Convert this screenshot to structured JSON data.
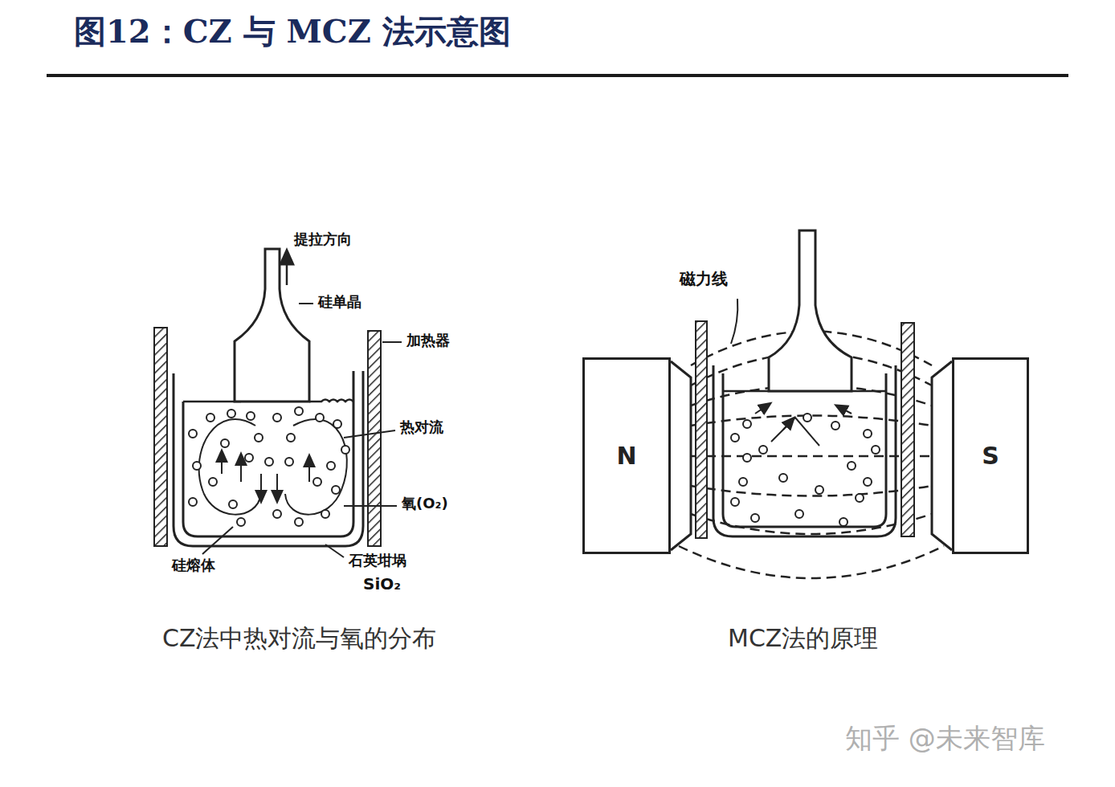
{
  "diagram": {
    "title": "图12：CZ 与 MCZ 法示意图",
    "nodes": [
      {
        "text": [
          "N"
        ]
      },
      {
        "text": [
          "S"
        ]
      }
    ],
    "labels": [
      "提拉方向",
      "硅单晶",
      "加热器",
      "热对流",
      "氧(O₂)",
      "硅熔体",
      "石英坩埚",
      "SiO₂",
      "磁力线",
      "CZ法中热对流与氧的分布",
      "MCZ法的原理",
      "知乎 @未来智库"
    ]
  }
}
